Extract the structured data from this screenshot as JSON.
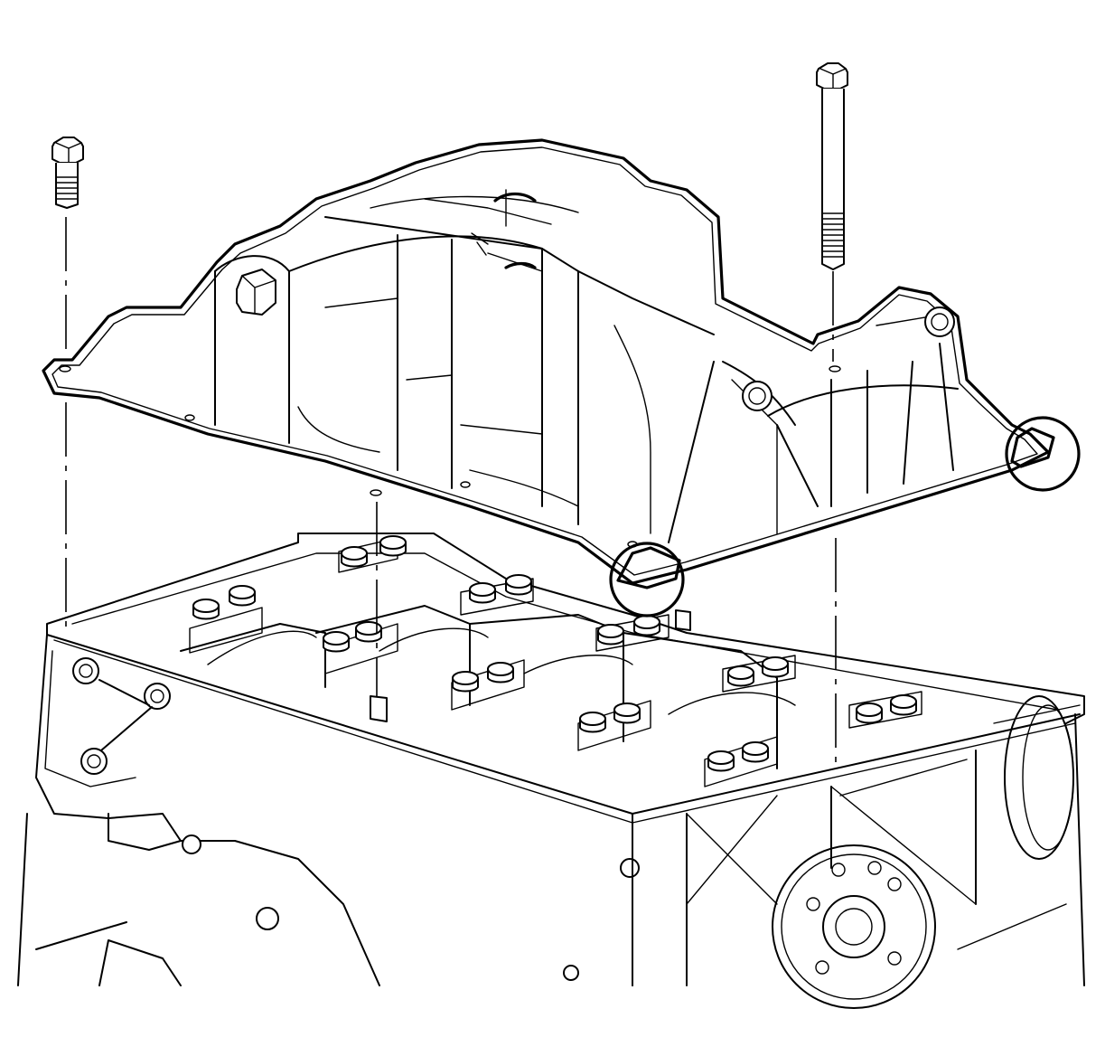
{
  "diagram": {
    "palette": {
      "stroke": "#000000",
      "background": "#ffffff"
    },
    "parts": {
      "oil_pan": "oil-pan",
      "engine_block": "engine-block",
      "short_bolt": "oil-pan-bolt-short",
      "long_bolt": "oil-pan-bolt-long",
      "sealant_callouts": 2,
      "alignment_guides": 3
    }
  }
}
